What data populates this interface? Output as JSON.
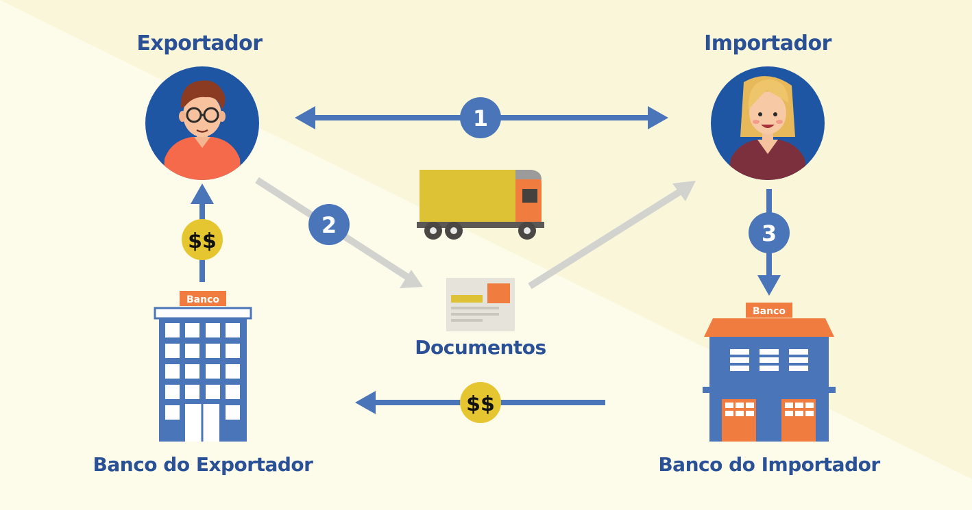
{
  "labels": {
    "exporter": "Exportador",
    "importer": "Importador",
    "documents": "Documentos",
    "exporter_bank": "Banco do Exportador",
    "importer_bank": "Banco do Importador"
  },
  "steps": {
    "one": "1",
    "two": "2",
    "three": "3"
  },
  "money": {
    "exporter_side": "$$",
    "payment": "$$"
  },
  "bank_signs": {
    "exporter_bank": "Banco",
    "importer_bank": "Banco"
  },
  "colors": {
    "background": "#fdfcea",
    "arrow_blue": "#4b75b9",
    "arrow_gray": "#d2d2cf",
    "label_blue": "#2a5196",
    "circle_blue": "#1f56a4",
    "coin_yellow": "#e5c630",
    "orange": "#f07c40"
  }
}
